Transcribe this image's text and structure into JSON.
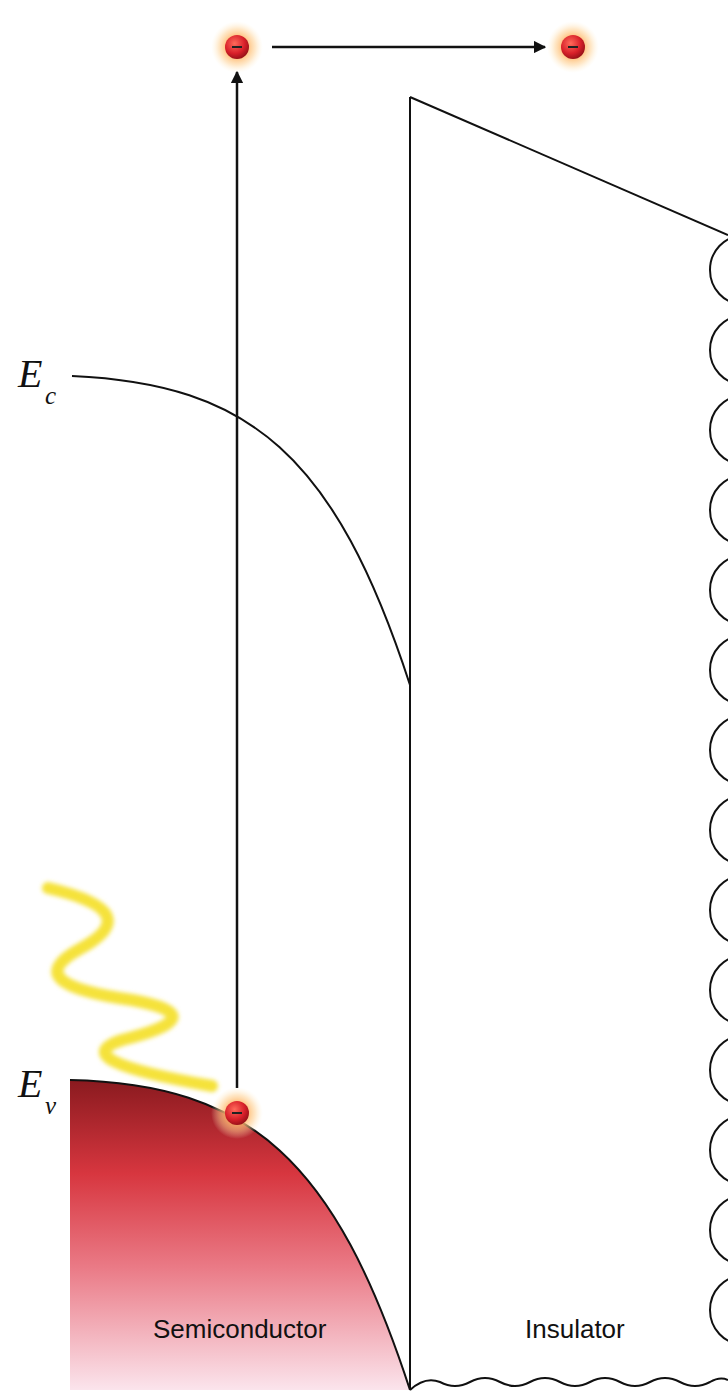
{
  "diagram": {
    "labels": [
      "E",
      "c",
      "E",
      "v",
      "Semiconductor",
      "Insulator"
    ]
  }
}
